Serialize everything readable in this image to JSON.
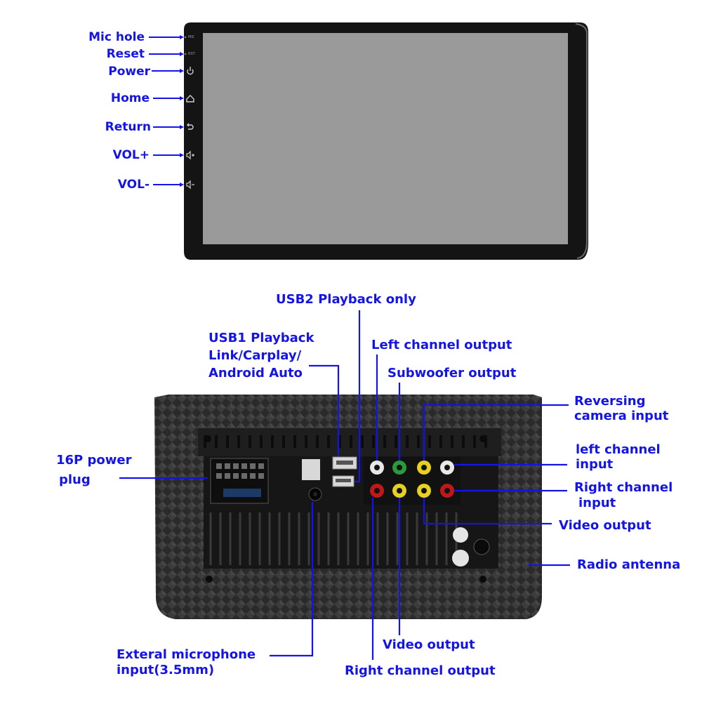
{
  "front": {
    "labels": {
      "mic_hole": "Mic hole",
      "reset": "Reset",
      "power": "Power",
      "home": "Home",
      "return": "Return",
      "vol_up": "VOL+",
      "vol_down": "VOL-"
    },
    "bezel_marks": {
      "mic": "MIC",
      "rst": "RST"
    },
    "icons": [
      "power-icon",
      "home-icon",
      "return-icon",
      "volume-up-icon",
      "volume-down-icon"
    ]
  },
  "back": {
    "labels": {
      "usb2": "USB2 Playback only",
      "usb1_line1": "USB1 Playback",
      "usb1_line2": "Link/Carplay/",
      "usb1_line3": "Android Auto",
      "left_channel_output": "Left channel output",
      "subwoofer_output": "Subwoofer output",
      "reversing_line1": "Reversing",
      "reversing_line2": "camera input",
      "left_channel_input_line1": "left channel",
      "left_channel_input_line2": "input",
      "power_plug_line1": "16P power",
      "power_plug_line2": "plug",
      "right_channel_input_line1": "Right channel",
      "right_channel_input_line2": "input",
      "video_output_right": "Video output",
      "radio_antenna": "Radio antenna",
      "microphone_line1": "Exteral microphone",
      "microphone_line2": "input(3.5mm)",
      "video_output_bottom": "Video output",
      "right_channel_output": "Right channel output"
    },
    "rca_colors": {
      "red": "#c01818",
      "white": "#e8e8e8",
      "yellow": "#e6d020",
      "green": "#2a9a3a"
    }
  },
  "colors": {
    "label_blue": "#1414e6",
    "screen_gray": "#9a9a9a",
    "bezel": "#141414"
  }
}
